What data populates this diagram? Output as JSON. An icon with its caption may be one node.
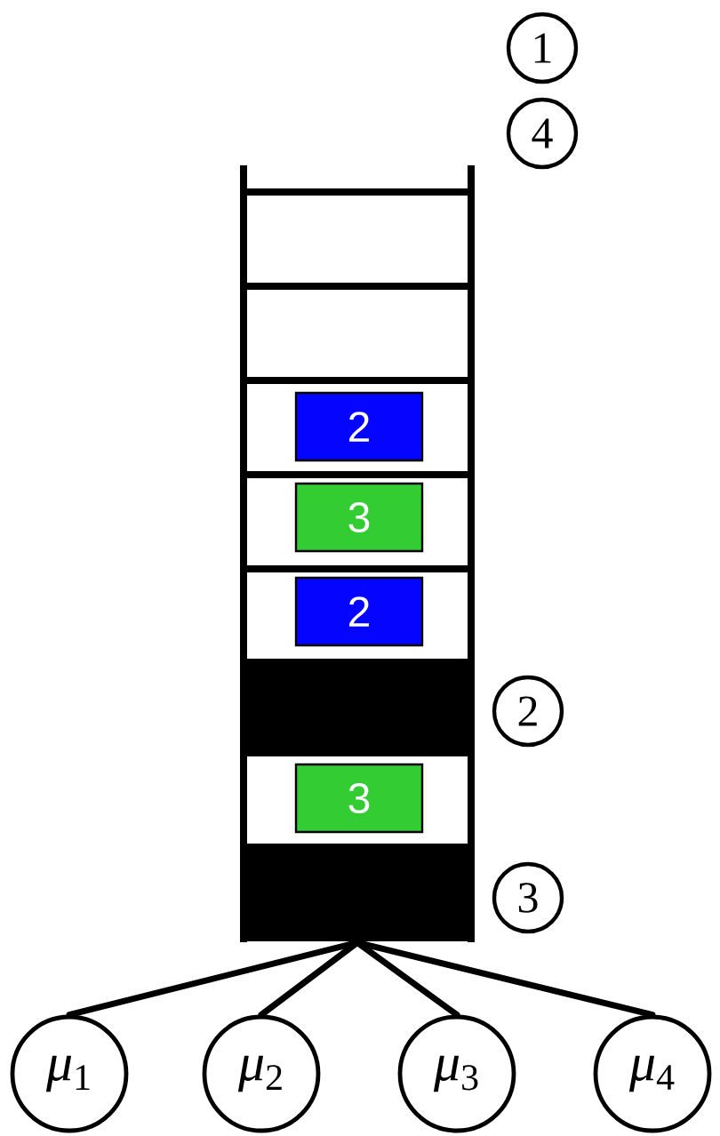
{
  "diagram": {
    "nodes": [
      {
        "text": [
          "1"
        ]
      },
      {
        "text": [
          "4"
        ]
      },
      {
        "text": [],
        "shape": "box"
      },
      {
        "text": [
          "2"
        ],
        "in": 2
      },
      {
        "text": [
          "3"
        ],
        "in": 2
      },
      {
        "text": [
          "2"
        ],
        "in": 2
      },
      {
        "text": [],
        "shape": "bar",
        "in": 2
      },
      {
        "text": [
          "2"
        ]
      },
      {
        "text": [
          "3"
        ],
        "in": 2
      },
      {
        "text": [],
        "shape": "bar",
        "in": 2
      },
      {
        "text": [
          "3"
        ]
      },
      {
        "text": [
          "*μ*$_{1}$"
        ]
      },
      {
        "text": [
          "*μ*$_{2}$"
        ]
      },
      {
        "text": [
          "*μ*$_{3}$"
        ]
      },
      {
        "text": [
          "*μ*$_{4}$"
        ]
      }
    ],
    "edges": [
      {
        "from": 2,
        "to": 11,
        "arrow": "none"
      },
      {
        "from": 2,
        "to": 12,
        "arrow": "none"
      },
      {
        "from": 2,
        "to": 13,
        "arrow": "none"
      },
      {
        "from": 2,
        "to": 14,
        "arrow": "none"
      }
    ]
  }
}
